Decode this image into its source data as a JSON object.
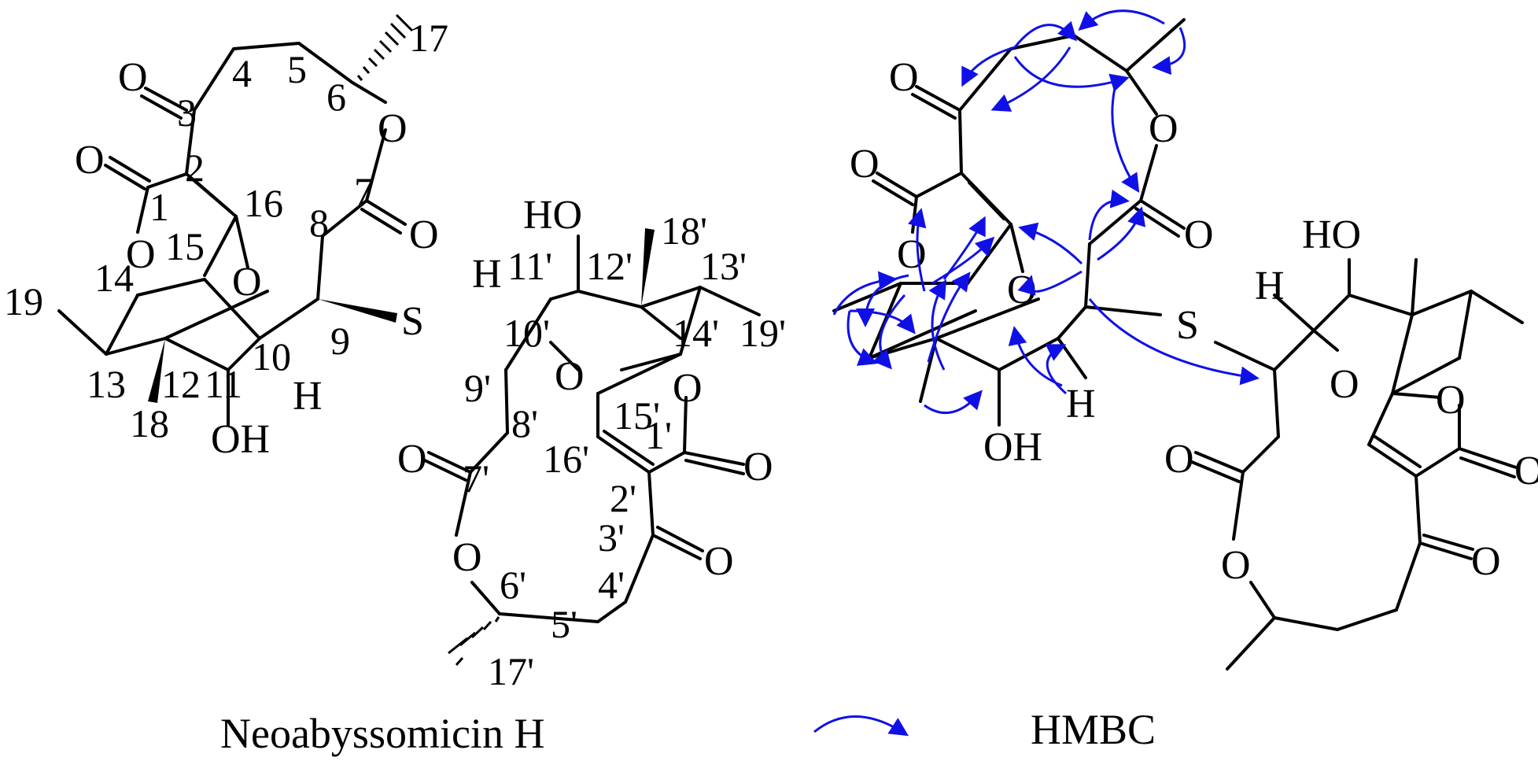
{
  "compound_name": "Neoabyssomicin H",
  "legend": {
    "label": "HMBC",
    "arrow_color": "#1010e6",
    "arrow_icon": "curved-arrow-icon"
  },
  "atoms": {
    "O": "O",
    "S": "S",
    "H": "H",
    "OH": "OH",
    "HO": "HO"
  },
  "numbering": {
    "n1": "1",
    "n2": "2",
    "n3": "3",
    "n4": "4",
    "n5": "5",
    "n6": "6",
    "n7": "7",
    "n8": "8",
    "n9": "9",
    "n10": "10",
    "n11": "11",
    "n12": "12",
    "n13": "13",
    "n14": "14",
    "n15": "15",
    "n16": "16",
    "n17": "17",
    "n18": "18",
    "n19": "19",
    "p1": "1'",
    "p2": "2'",
    "p3": "3'",
    "p4": "4'",
    "p5": "5'",
    "p6": "6'",
    "p7": "7'",
    "p8": "8'",
    "p9": "9'",
    "p10": "10'",
    "p11": "11'",
    "p12": "12'",
    "p13": "13'",
    "p14": "14'",
    "p15": "15'",
    "p16": "16'",
    "p17": "17'",
    "p18": "18'",
    "p19": "19'"
  },
  "colors": {
    "bond": "#000000",
    "hmbc": "#1010e6",
    "background": "#ffffff"
  }
}
